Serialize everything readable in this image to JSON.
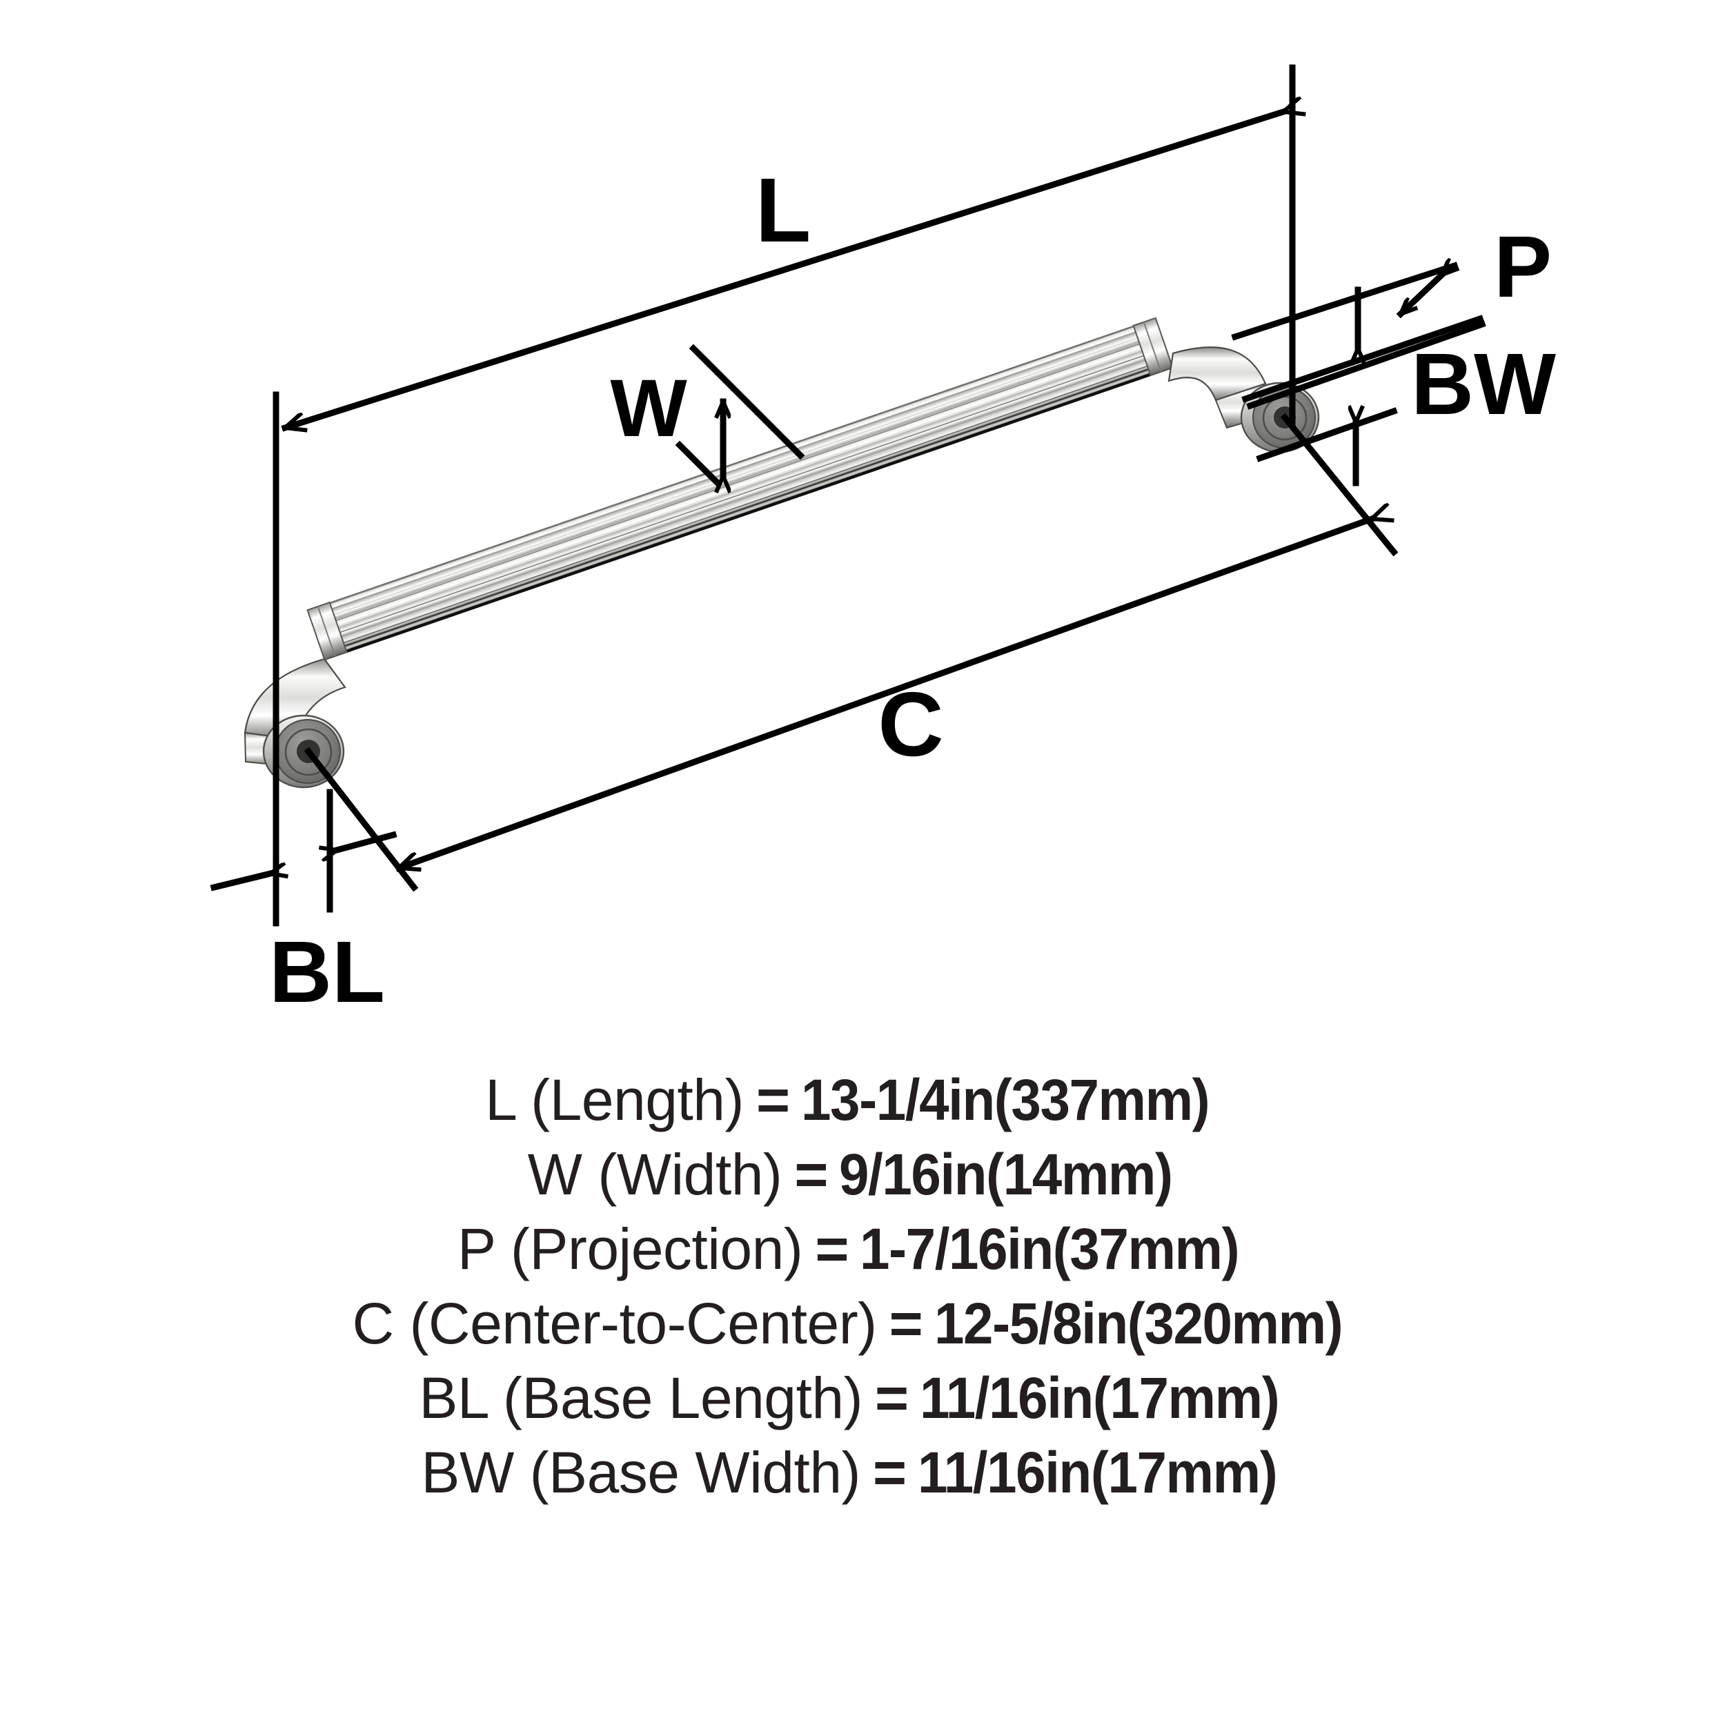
{
  "diagram": {
    "product": "fluted-bar-cabinet-pull",
    "finish_color": "#c9c9c7",
    "line_color": "#000000",
    "markers": [
      {
        "id": "L",
        "label": "L",
        "name": "length-marker"
      },
      {
        "id": "W",
        "label": "W",
        "name": "width-marker"
      },
      {
        "id": "P",
        "label": "P",
        "name": "projection-marker"
      },
      {
        "id": "C",
        "label": "C",
        "name": "center-to-center-marker"
      },
      {
        "id": "BL",
        "label": "BL",
        "name": "base-length-marker"
      },
      {
        "id": "BW",
        "label": "BW",
        "name": "base-width-marker"
      }
    ]
  },
  "specs": [
    {
      "key": "L",
      "label": "L (Length)",
      "eq": "=",
      "value": "13-1/4in(337mm)"
    },
    {
      "key": "W",
      "label": "W (Width)",
      "eq": "=",
      "value": "9/16in(14mm)"
    },
    {
      "key": "P",
      "label": "P (Projection)",
      "eq": "=",
      "value": "1-7/16in(37mm)"
    },
    {
      "key": "C",
      "label": "C (Center-to-Center)",
      "eq": "=",
      "value": "12-5/8in(320mm)"
    },
    {
      "key": "BL",
      "label": "BL (Base Length)",
      "eq": "=",
      "value": "11/16in(17mm)"
    },
    {
      "key": "BW",
      "label": "BW (Base Width)",
      "eq": "=",
      "value": "11/16in(17mm)"
    }
  ]
}
